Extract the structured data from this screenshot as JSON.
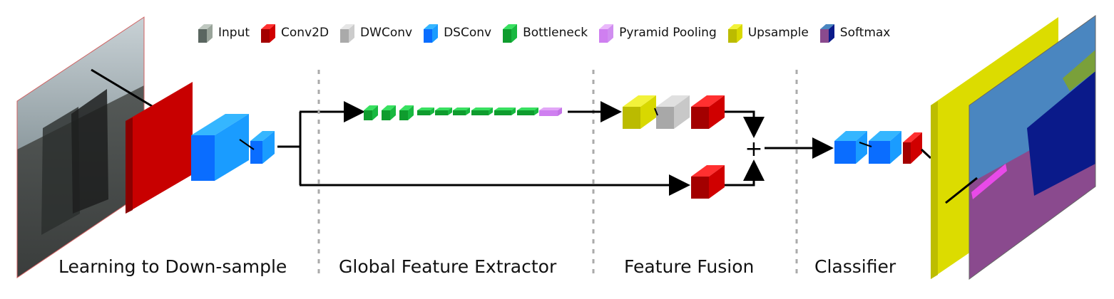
{
  "legend": [
    {
      "label": "Input",
      "color": "#7d8a80",
      "icon": "input-cube"
    },
    {
      "label": "Conv2D",
      "color": "#cc0000",
      "icon": "conv2d-cube"
    },
    {
      "label": "DWConv",
      "color": "#bbbbbb",
      "icon": "dwconv-cube"
    },
    {
      "label": "DSConv",
      "color": "#0a77ff",
      "icon": "dsconv-cube"
    },
    {
      "label": "Bottleneck",
      "color": "#10c03a",
      "icon": "bottleneck-cube"
    },
    {
      "label": "Pyramid Pooling",
      "color": "#cc77ee",
      "icon": "pyramid-pooling-cube"
    },
    {
      "label": "Upsample",
      "color": "#d4d400",
      "icon": "upsample-cube"
    },
    {
      "label": "Softmax",
      "color": "#6a3a8a",
      "icon": "softmax-cube"
    }
  ],
  "stages": [
    {
      "label": "Learning to Down-sample"
    },
    {
      "label": "Global Feature Extractor"
    },
    {
      "label": "Feature Fusion"
    },
    {
      "label": "Classifier"
    }
  ],
  "fusion_operator": "+",
  "colors": {
    "conv2d": "#d10000",
    "dwconv": "#c4c4c4",
    "dsconv": "#0a7bff",
    "bottleneck": "#12c43c",
    "pyramid_pooling": "#cf7ff0",
    "upsample": "#dada00",
    "softmax_ground": "#8a4a8e",
    "softmax_sky": "#4a86c0",
    "softmax_car": "#0a1a8a",
    "separator": "#aaaaaa"
  }
}
